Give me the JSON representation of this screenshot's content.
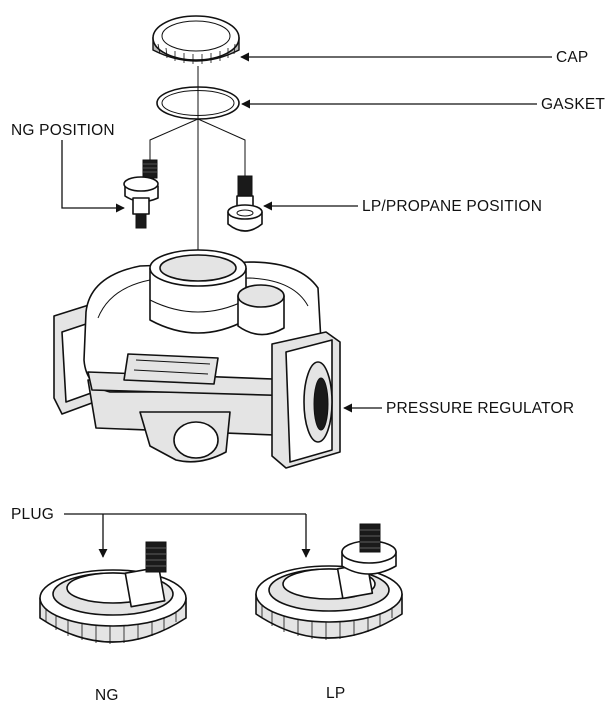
{
  "labels": {
    "cap": "CAP",
    "gasket": "GASKET",
    "ng_position": "NG POSITION",
    "lp_position": "LP/PROPANE POSITION",
    "pressure_regulator": "PRESSURE REGULATOR",
    "plug": "PLUG",
    "ng": "NG",
    "lp": "LP"
  },
  "colors": {
    "line": "#111111",
    "shade": "#e4e4e4",
    "background": "#ffffff"
  }
}
